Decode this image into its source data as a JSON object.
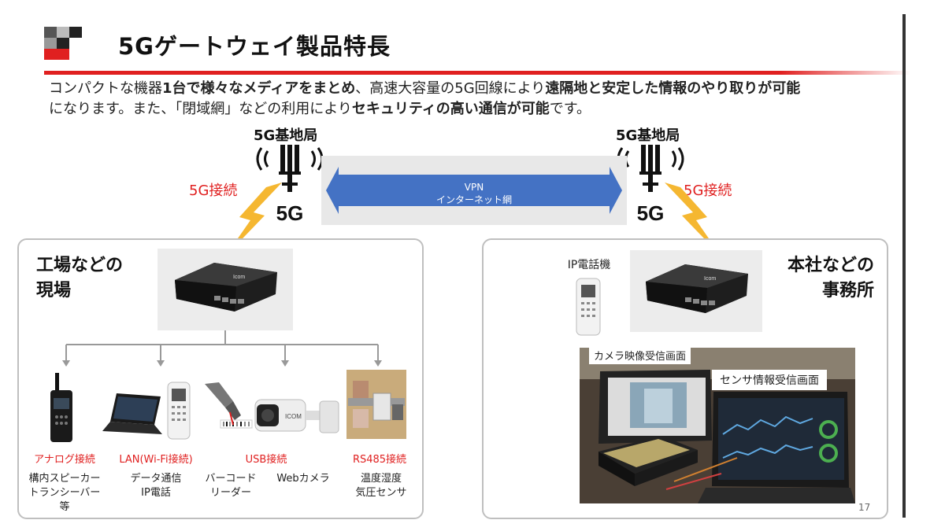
{
  "header": {
    "title": "5Gゲートウェイ製品特長"
  },
  "description": {
    "line1": [
      {
        "text": "コンパクトな機器",
        "bold": false
      },
      {
        "text": "1台で様々なメディアをまとめ",
        "bold": true
      },
      {
        "text": "、高速大容量の5G回線により",
        "bold": false
      },
      {
        "text": "遠隔地と安定した情報のやり取りが可能",
        "bold": true
      }
    ],
    "line2": [
      {
        "text": "になります。また、「閉域網」などの利用により",
        "bold": false
      },
      {
        "text": "セキュリティの高い通信が可能",
        "bold": true
      },
      {
        "text": "です。",
        "bold": false
      }
    ]
  },
  "stations": {
    "left_label": "5G基地局",
    "right_label": "5G基地局",
    "badge": "5G",
    "left_connection": "5G接続",
    "right_connection": "5G接続"
  },
  "vpn": {
    "line1": "VPN",
    "line2": "インターネット網"
  },
  "site": {
    "title_line1": "工場などの",
    "title_line2": "現場",
    "categories": [
      "アナログ接続",
      "LAN(Wi-Fi接続)",
      "USB接続",
      "RS485接続"
    ],
    "items": {
      "radio": [
        "構内スピーカー",
        "トランシーバー",
        "等"
      ],
      "lan": [
        "データ通信",
        "IP電話"
      ],
      "barcode": [
        "バーコード",
        "リーダー"
      ],
      "webcam": [
        "Webカメラ"
      ],
      "sensor": [
        "温度湿度",
        "気圧センサ"
      ]
    }
  },
  "office": {
    "title_line1": "本社などの",
    "title_line2": "事務所",
    "ip_phone_label": "IP電話機",
    "camera_screen_label": "カメラ映像受信画面",
    "sensor_screen_label": "センサ情報受信画面"
  },
  "colors": {
    "accent": "#e02020",
    "vpn_blue": "#4472c4",
    "bolt": "#f5b731"
  },
  "page_number": "17"
}
